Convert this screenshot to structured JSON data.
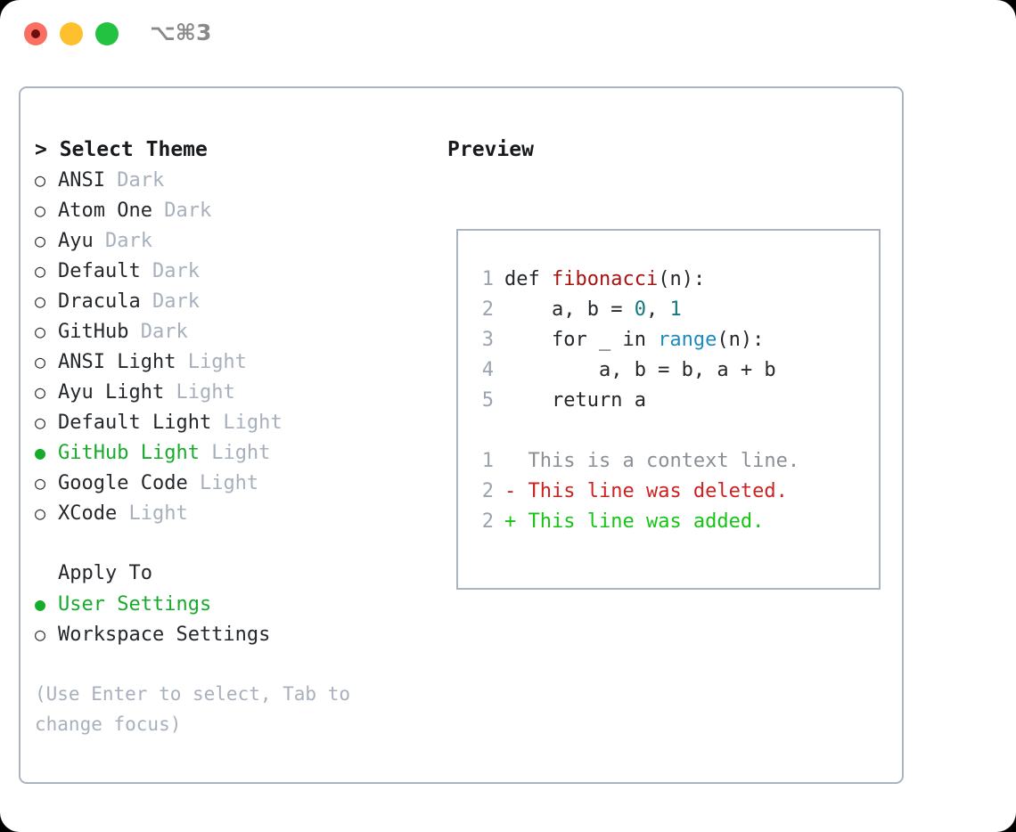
{
  "titlebar": {
    "shortcut": "⌥⌘3",
    "dots": [
      {
        "name": "close-button",
        "color": "#fb6e62"
      },
      {
        "name": "minimize-button",
        "color": "#ffc02e"
      },
      {
        "name": "maximize-button",
        "color": "#24c241"
      }
    ]
  },
  "theme_picker": {
    "header": "> Select Theme",
    "selected": "GitHub Light",
    "bullet_selected": "●",
    "bullet_unselected": "○",
    "items": [
      {
        "label": "ANSI",
        "tag": "Dark",
        "selected": false
      },
      {
        "label": "Atom One",
        "tag": "Dark",
        "selected": false
      },
      {
        "label": "Ayu",
        "tag": "Dark",
        "selected": false
      },
      {
        "label": "Default",
        "tag": "Dark",
        "selected": false
      },
      {
        "label": "Dracula",
        "tag": "Dark",
        "selected": false
      },
      {
        "label": "GitHub",
        "tag": "Dark",
        "selected": false
      },
      {
        "label": "ANSI Light",
        "tag": "Light",
        "selected": false
      },
      {
        "label": "Ayu Light",
        "tag": "Light",
        "selected": false
      },
      {
        "label": "Default Light",
        "tag": "Light",
        "selected": false
      },
      {
        "label": "GitHub Light",
        "tag": "Light",
        "selected": true
      },
      {
        "label": "Google Code",
        "tag": "Light",
        "selected": false
      },
      {
        "label": "XCode",
        "tag": "Light",
        "selected": false
      }
    ]
  },
  "apply_to": {
    "header": "Apply To",
    "options": [
      {
        "label": "User Settings",
        "selected": true
      },
      {
        "label": "Workspace Settings",
        "selected": false
      }
    ]
  },
  "hint": "(Use Enter to select, Tab to change focus)",
  "preview": {
    "title": "Preview",
    "code_lines": [
      {
        "number": "1",
        "tokens": [
          {
            "text": "def ",
            "type": "plain"
          },
          {
            "text": "fibonacci",
            "type": "func"
          },
          {
            "text": "(n):",
            "type": "plain"
          }
        ]
      },
      {
        "number": "2",
        "tokens": [
          {
            "text": "    a, b = ",
            "type": "plain"
          },
          {
            "text": "0",
            "type": "num"
          },
          {
            "text": ", ",
            "type": "plain"
          },
          {
            "text": "1",
            "type": "num"
          }
        ]
      },
      {
        "number": "3",
        "tokens": [
          {
            "text": "    for _ in ",
            "type": "plain"
          },
          {
            "text": "range",
            "type": "builtin"
          },
          {
            "text": "(n):",
            "type": "plain"
          }
        ]
      },
      {
        "number": "4",
        "tokens": [
          {
            "text": "        a, b = b, a + b",
            "type": "plain"
          }
        ]
      },
      {
        "number": "5",
        "tokens": [
          {
            "text": "    return a",
            "type": "plain"
          }
        ]
      }
    ],
    "diff_lines": [
      {
        "number": "1",
        "marker": "  ",
        "text": "This is a context line.",
        "kind": "context"
      },
      {
        "number": "2",
        "marker": "- ",
        "text": "This line was deleted.",
        "kind": "deleted"
      },
      {
        "number": "2",
        "marker": "+ ",
        "text": "This line was added.",
        "kind": "added"
      }
    ]
  },
  "colors": {
    "accent_green": "#17ab2b",
    "muted": "#a7b0bc",
    "border": "#a9b4c0",
    "func_red": "#a81414",
    "number_teal": "#12787e",
    "builtin_blue": "#1f8ac0",
    "diff_add": "#16c416",
    "diff_del": "#cc2222"
  }
}
